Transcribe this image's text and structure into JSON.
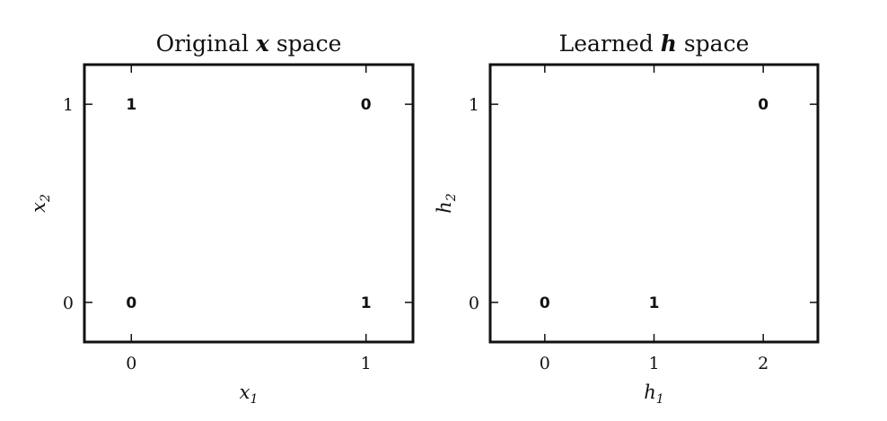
{
  "chart_data": [
    {
      "type": "scatter",
      "title": {
        "prefix": "Original ",
        "var": "x",
        "suffix": " space"
      },
      "xlabel": {
        "var": "x",
        "sub": "1"
      },
      "ylabel": {
        "var": "x",
        "sub": "2"
      },
      "xlim": [
        -0.2,
        1.2
      ],
      "ylim": [
        -0.2,
        1.2
      ],
      "xticks": [
        0,
        1
      ],
      "yticks": [
        0,
        1
      ],
      "xtick_labels": [
        "0",
        "1"
      ],
      "ytick_labels": [
        "0",
        "1"
      ],
      "grid": false,
      "points": [
        {
          "x": 0,
          "y": 1,
          "label": "1"
        },
        {
          "x": 1,
          "y": 1,
          "label": "0"
        },
        {
          "x": 0,
          "y": 0,
          "label": "0"
        },
        {
          "x": 1,
          "y": 0,
          "label": "1"
        }
      ]
    },
    {
      "type": "scatter",
      "title": {
        "prefix": "Learned ",
        "var": "h",
        "suffix": " space"
      },
      "xlabel": {
        "var": "h",
        "sub": "1"
      },
      "ylabel": {
        "var": "h",
        "sub": "2"
      },
      "xlim": [
        -0.5,
        2.5
      ],
      "ylim": [
        -0.2,
        1.2
      ],
      "xticks": [
        0,
        1,
        2
      ],
      "yticks": [
        0,
        1
      ],
      "xtick_labels": [
        "0",
        "1",
        "2"
      ],
      "ytick_labels": [
        "0",
        "1"
      ],
      "grid": false,
      "points": [
        {
          "x": 2,
          "y": 1,
          "label": "0"
        },
        {
          "x": 0,
          "y": 0,
          "label": "0"
        },
        {
          "x": 1,
          "y": 0,
          "label": "1"
        }
      ]
    }
  ]
}
